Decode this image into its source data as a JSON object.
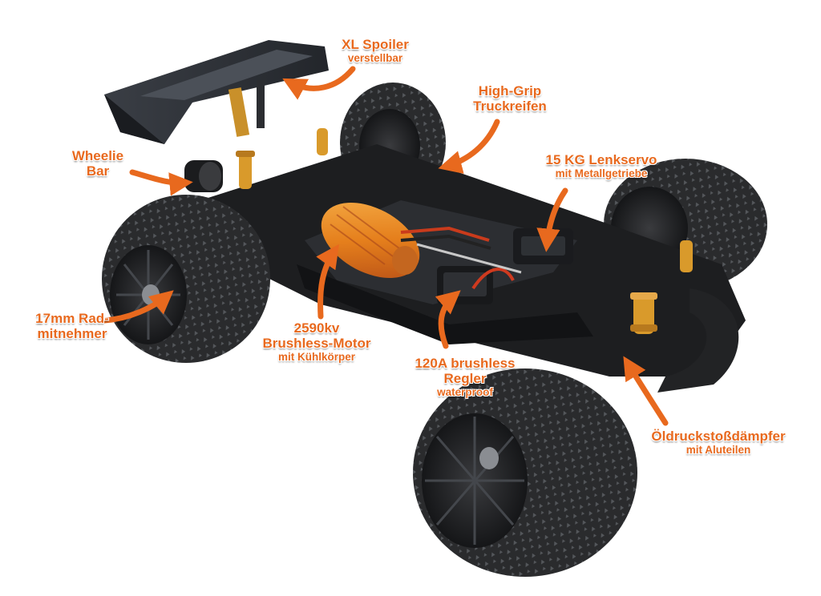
{
  "colors": {
    "accent": "#e8691e",
    "tire": "#2a2b2d",
    "chassis": "#1d1e20",
    "gold": "#d99a2b",
    "motor": "#e98a22"
  },
  "labels": {
    "spoiler": {
      "main": "XL Spoiler",
      "sub": "verstellbar"
    },
    "tires": {
      "main1": "High-Grip",
      "main2": "Truckreifen"
    },
    "servo": {
      "main": "15 KG Lenkservo",
      "sub": "mit Metallgetriebe"
    },
    "wheelie": {
      "main1": "Wheelie",
      "main2": "Bar"
    },
    "hub": {
      "main1": "17mm Rad-",
      "main2": "mitnehmer"
    },
    "motor": {
      "main1": "2590kv",
      "main2": "Brushless-Motor",
      "sub": "mit Kühlkörper"
    },
    "esc": {
      "main1": "120A brushless",
      "main2": "Regler",
      "sub": "waterproof"
    },
    "shocks": {
      "main": "Öldruckstoßdämpfer",
      "sub": "mit Aluteilen"
    }
  }
}
